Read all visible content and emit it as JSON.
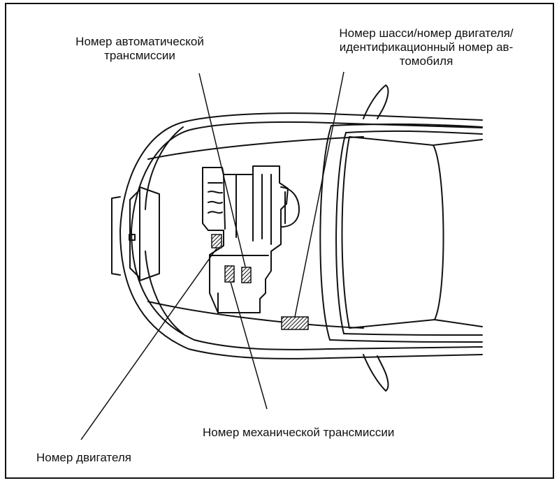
{
  "labels": {
    "automatic_transmission": [
      "Номер автоматической",
      "трансмиссии"
    ],
    "chassis_engine_vin": [
      "Номер шасси/номер двигателя/",
      "идентификационный номер ав-",
      "томобиля"
    ],
    "manual_transmission": "Номер механической трансмиссии",
    "engine": "Номер двигателя"
  },
  "colors": {
    "line": "#111111",
    "background": "#ffffff"
  }
}
